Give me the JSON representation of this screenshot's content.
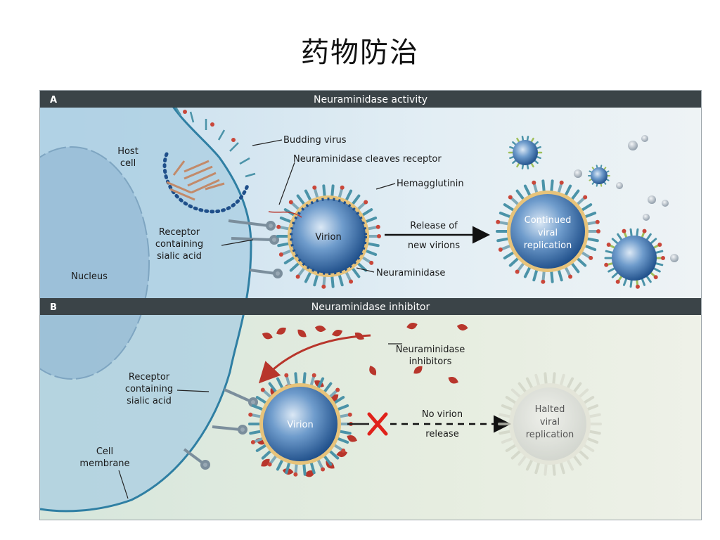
{
  "slide": {
    "title": "药物防治"
  },
  "panel_a": {
    "letter": "A",
    "title": "Neuraminidase activity",
    "host_cell": [
      "Host",
      "cell"
    ],
    "nucleus": "Nucleus",
    "budding_virus": "Budding virus",
    "neuraminidase_cleaves": "Neuraminidase cleaves receptor",
    "hemagglutinin": "Hemagglutinin",
    "receptor": [
      "Receptor",
      "containing",
      "sialic acid"
    ],
    "virion": "Virion",
    "release": [
      "Release of",
      "new virions"
    ],
    "continued": [
      "Continued",
      "viral",
      "replication"
    ],
    "neuraminidase": "Neuraminidase"
  },
  "panel_b": {
    "letter": "B",
    "title": "Neuraminidase inhibitor",
    "inhibitors": [
      "Neuraminidase",
      "inhibitors"
    ],
    "receptor": [
      "Receptor",
      "containing",
      "sialic acid"
    ],
    "virion": "Virion",
    "no_release": [
      "No virion",
      "release"
    ],
    "halted": [
      "Halted",
      "viral",
      "replication"
    ],
    "cell_membrane": [
      "Cell",
      "membrane"
    ]
  },
  "colors": {
    "band": "#3b4448",
    "panel_a_bg": "#cfe3ee",
    "panel_b_bg": "#dfe9d6",
    "cell_bg": "#a9cde2",
    "membrane": "#2f7fa3",
    "virion_core": "#3e6fa8",
    "spike_teal": "#4b93a8",
    "inhibitor_red": "#b8362c",
    "cross": "#e0221b"
  },
  "icons": [
    "arrow-right-icon",
    "x-cross-icon",
    "dashed-arrow-icon"
  ]
}
